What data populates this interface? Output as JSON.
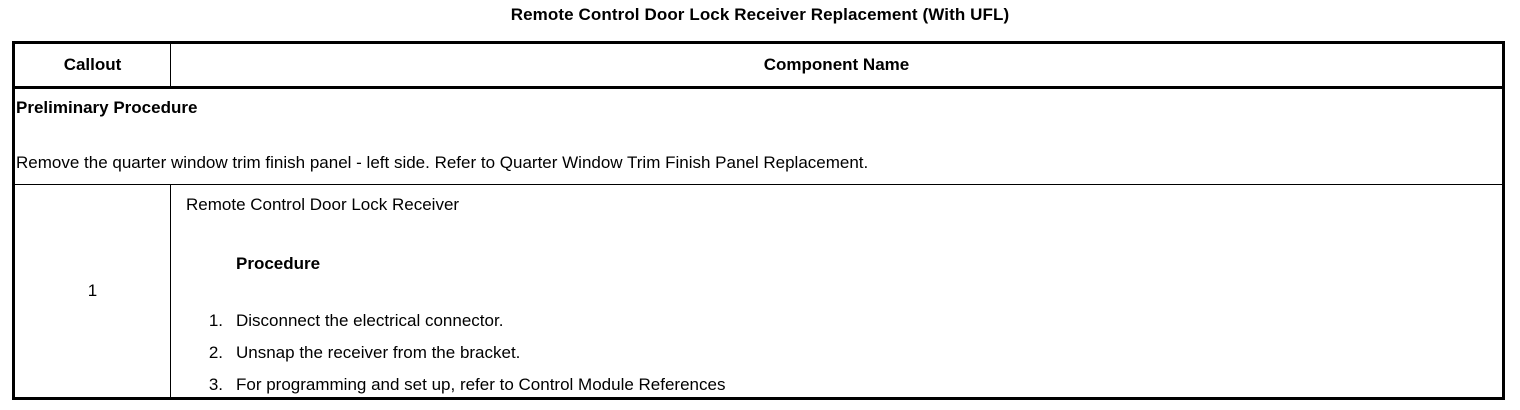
{
  "document": {
    "title": "Remote Control Door Lock Receiver Replacement (With UFL)"
  },
  "table": {
    "headers": {
      "callout": "Callout",
      "component_name": "Component Name"
    },
    "preliminary": {
      "heading": "Preliminary Procedure",
      "text": "Remove the quarter window trim finish panel - left side. Refer to Quarter Window Trim Finish Panel Replacement."
    },
    "rows": [
      {
        "callout": "1",
        "component_name": "Remote Control Door Lock Receiver",
        "procedure_heading": "Procedure",
        "steps": [
          {
            "number": "1.",
            "text": "Disconnect the electrical connector."
          },
          {
            "number": "2.",
            "text": "Unsnap the receiver from the bracket."
          },
          {
            "number": "3.",
            "text": "For programming and set up, refer to Control Module References"
          }
        ]
      }
    ]
  },
  "colors": {
    "ink": "#000000",
    "page": "#ffffff"
  }
}
